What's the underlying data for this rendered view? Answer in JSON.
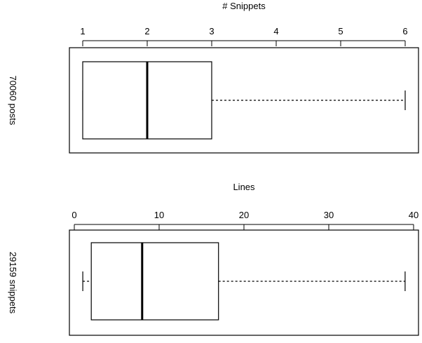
{
  "chart_data": [
    {
      "type": "boxplot",
      "orientation": "horizontal",
      "title": "# Snippets",
      "ylabel": "70060 posts",
      "xlim": [
        1,
        6
      ],
      "ticks": [
        1,
        2,
        3,
        4,
        5,
        6
      ],
      "tick_labels": [
        "1",
        "2",
        "3",
        "4",
        "5",
        "6"
      ],
      "axis_position": "top",
      "grid": false,
      "box": {
        "whisker_low": 1,
        "q1": 1,
        "median": 2,
        "q3": 3,
        "whisker_high": 6
      },
      "colors": {
        "stroke": "#000000",
        "fill": "#ffffff"
      }
    },
    {
      "type": "boxplot",
      "orientation": "horizontal",
      "title": "Lines",
      "ylabel": "29159 snippets",
      "xlim": [
        0,
        40
      ],
      "ticks": [
        0,
        10,
        20,
        30,
        40
      ],
      "tick_labels": [
        "0",
        "10",
        "20",
        "30",
        "40"
      ],
      "axis_position": "top",
      "grid": false,
      "box": {
        "whisker_low": 1,
        "q1": 2,
        "median": 8,
        "q3": 17,
        "whisker_high": 39
      },
      "colors": {
        "stroke": "#000000",
        "fill": "#ffffff"
      }
    }
  ]
}
